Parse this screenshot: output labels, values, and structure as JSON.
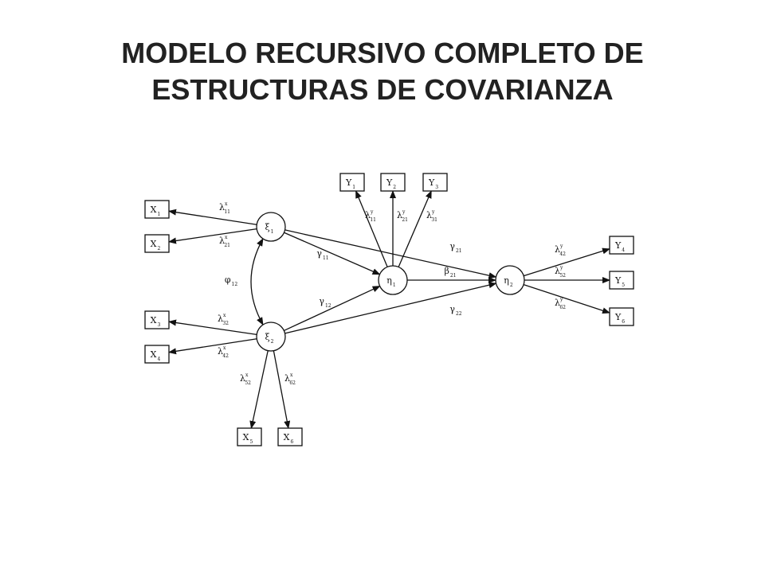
{
  "title": {
    "line1": "MODELO RECURSIVO COMPLETO DE",
    "line2": "ESTRUCTURAS DE COVARIANZA"
  },
  "diagram": {
    "nodes": [
      {
        "id": "xi1",
        "shape": "circle",
        "symbol": "ξ",
        "sub": "1"
      },
      {
        "id": "xi2",
        "shape": "circle",
        "symbol": "ξ",
        "sub": "2"
      },
      {
        "id": "eta1",
        "shape": "circle",
        "symbol": "η",
        "sub": "1"
      },
      {
        "id": "eta2",
        "shape": "circle",
        "symbol": "η",
        "sub": "2"
      },
      {
        "id": "X1",
        "shape": "box",
        "symbol": "X",
        "sub": "1"
      },
      {
        "id": "X2",
        "shape": "box",
        "symbol": "X",
        "sub": "2"
      },
      {
        "id": "X3",
        "shape": "box",
        "symbol": "X",
        "sub": "3"
      },
      {
        "id": "X4",
        "shape": "box",
        "symbol": "X",
        "sub": "4"
      },
      {
        "id": "X5",
        "shape": "box",
        "symbol": "X",
        "sub": "5"
      },
      {
        "id": "X6",
        "shape": "box",
        "symbol": "X",
        "sub": "6"
      },
      {
        "id": "Y1",
        "shape": "box",
        "symbol": "Y",
        "sub": "1"
      },
      {
        "id": "Y2",
        "shape": "box",
        "symbol": "Y",
        "sub": "2"
      },
      {
        "id": "Y3",
        "shape": "box",
        "symbol": "Y",
        "sub": "3"
      },
      {
        "id": "Y4",
        "shape": "box",
        "symbol": "Y",
        "sub": "4"
      },
      {
        "id": "Y5",
        "shape": "box",
        "symbol": "Y",
        "sub": "5"
      },
      {
        "id": "Y6",
        "shape": "box",
        "symbol": "Y",
        "sub": "6"
      }
    ],
    "edges": [
      {
        "id": "l11x",
        "from": "xi1",
        "to": "X1",
        "symbol": "λ",
        "sub": "11",
        "sup": "x"
      },
      {
        "id": "l21x",
        "from": "xi1",
        "to": "X2",
        "symbol": "λ",
        "sub": "21",
        "sup": "x"
      },
      {
        "id": "l32x",
        "from": "xi2",
        "to": "X3",
        "symbol": "λ",
        "sub": "32",
        "sup": "x"
      },
      {
        "id": "l42x",
        "from": "xi2",
        "to": "X4",
        "symbol": "λ",
        "sub": "42",
        "sup": "x"
      },
      {
        "id": "l52x",
        "from": "xi2",
        "to": "X5",
        "symbol": "λ",
        "sub": "52",
        "sup": "x"
      },
      {
        "id": "l62x",
        "from": "xi2",
        "to": "X6",
        "symbol": "λ",
        "sub": "62",
        "sup": "x"
      },
      {
        "id": "g11",
        "from": "xi1",
        "to": "eta1",
        "symbol": "γ",
        "sub": "11",
        "sup": ""
      },
      {
        "id": "g21",
        "from": "xi1",
        "to": "eta2",
        "symbol": "γ",
        "sub": "21",
        "sup": ""
      },
      {
        "id": "g12",
        "from": "xi2",
        "to": "eta1",
        "symbol": "γ",
        "sub": "12",
        "sup": ""
      },
      {
        "id": "g22",
        "from": "xi2",
        "to": "eta2",
        "symbol": "γ",
        "sub": "22",
        "sup": ""
      },
      {
        "id": "b21",
        "from": "eta1",
        "to": "eta2",
        "symbol": "β",
        "sub": "21",
        "sup": ""
      },
      {
        "id": "l11y",
        "from": "eta1",
        "to": "Y1",
        "symbol": "λ",
        "sub": "11",
        "sup": "y"
      },
      {
        "id": "l21y",
        "from": "eta1",
        "to": "Y2",
        "symbol": "λ",
        "sub": "21",
        "sup": "y"
      },
      {
        "id": "l31y",
        "from": "eta1",
        "to": "Y3",
        "symbol": "λ",
        "sub": "31",
        "sup": "y"
      },
      {
        "id": "l42y",
        "from": "eta2",
        "to": "Y4",
        "symbol": "λ",
        "sub": "42",
        "sup": "y"
      },
      {
        "id": "l52y",
        "from": "eta2",
        "to": "Y5",
        "symbol": "λ",
        "sub": "52",
        "sup": "y"
      },
      {
        "id": "l62y",
        "from": "eta2",
        "to": "Y6",
        "symbol": "λ",
        "sub": "62",
        "sup": "y"
      },
      {
        "id": "phi12",
        "from": "xi1",
        "to": "xi2",
        "symbol": "φ",
        "sub": "12",
        "sup": "",
        "kind": "covariance"
      }
    ]
  }
}
